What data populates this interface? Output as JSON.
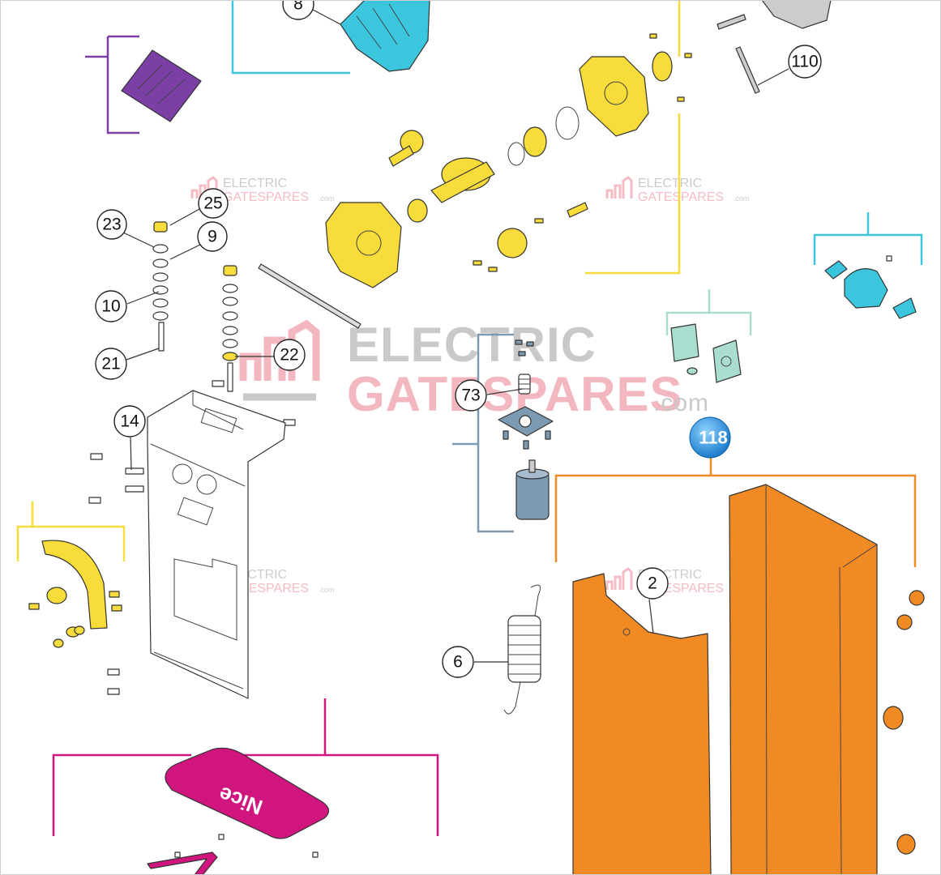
{
  "diagram": {
    "callouts": [
      {
        "id": "8",
        "label": "8"
      },
      {
        "id": "110",
        "label": "110"
      },
      {
        "id": "25",
        "label": "25"
      },
      {
        "id": "23",
        "label": "23"
      },
      {
        "id": "9",
        "label": "9"
      },
      {
        "id": "10",
        "label": "10"
      },
      {
        "id": "21",
        "label": "21"
      },
      {
        "id": "22",
        "label": "22"
      },
      {
        "id": "73",
        "label": "73"
      },
      {
        "id": "14",
        "label": "14"
      },
      {
        "id": "118",
        "label": "118"
      },
      {
        "id": "2",
        "label": "2"
      },
      {
        "id": "6",
        "label": "6"
      }
    ],
    "cover_logo_text": "Nice",
    "watermark": {
      "line1": "ELECTRIC",
      "line2": "GATESPARES",
      "suffix": ".com"
    }
  },
  "colors": {
    "orange": "#f28a24",
    "yellow": "#f7dc3a",
    "magenta": "#d0157f",
    "purple": "#7b3fa6",
    "cyan": "#3bc6dd",
    "steel_blue": "#7c9ab2",
    "mint": "#a8ddd0",
    "watermark_red": "#f2b0ba",
    "watermark_grey": "#c4c4c4"
  }
}
